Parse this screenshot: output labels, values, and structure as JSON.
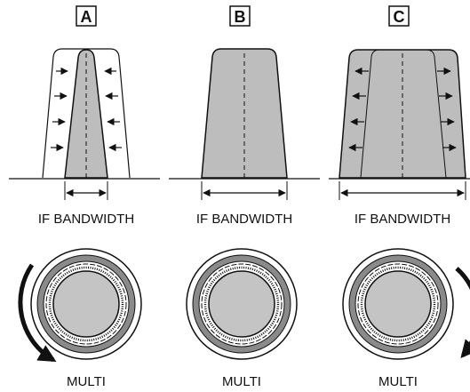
{
  "panels": [
    {
      "letter": "A",
      "bandwidth_label": "IF BANDWIDTH",
      "knob_label": "MULTI",
      "bandwidth_state": "narrowing",
      "rotation": "counter-clockwise"
    },
    {
      "letter": "B",
      "bandwidth_label": "IF BANDWIDTH",
      "knob_label": "MULTI",
      "bandwidth_state": "unchanged",
      "rotation": "none"
    },
    {
      "letter": "C",
      "bandwidth_label": "IF BANDWIDTH",
      "knob_label": "MULTI",
      "bandwidth_state": "widening",
      "rotation": "clockwise"
    }
  ],
  "colors": {
    "passband_fill": "#bdbdbd",
    "knob_cap": "#c4c4c4",
    "knob_ring": "#8a8a8a",
    "line": "#111111"
  },
  "icons": {
    "narrow": "inward-arrow-icon",
    "widen": "outward-arrow-icon",
    "rotate": "curved-arrow-icon"
  }
}
